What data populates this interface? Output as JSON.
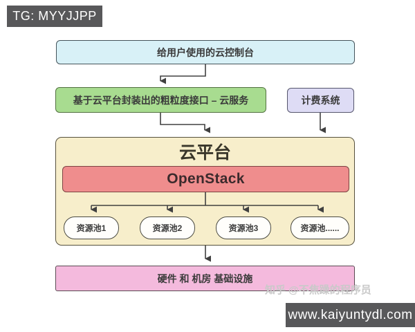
{
  "badges": {
    "top_left": "TG: MYYJJPP",
    "bottom_right": "www.kaiyuntydl.com"
  },
  "watermark": "知乎 @不焦躁的程序员",
  "diagram": {
    "console_label": "给用户使用的云控制台",
    "service_label": "基于云平台封装出的粗粒度接口 – 云服务",
    "billing_label": "计费系统",
    "platform_title": "云平台",
    "openstack_label": "OpenStack",
    "pools": [
      "资源池1",
      "资源池2",
      "资源池3",
      "资源池......"
    ],
    "infrastructure_label": "硬件 和 机房 基础设施"
  },
  "colors": {
    "console_fill": "#d8f1f7",
    "service_fill": "#a8dc90",
    "billing_fill": "#dedcf5",
    "platform_fill": "#f7eecb",
    "openstack_fill": "#ef8d8d",
    "pool_fill": "#fffefb",
    "infrastructure_fill": "#f4badd",
    "badge_background": "#58585a",
    "connector_line": "#404040"
  }
}
